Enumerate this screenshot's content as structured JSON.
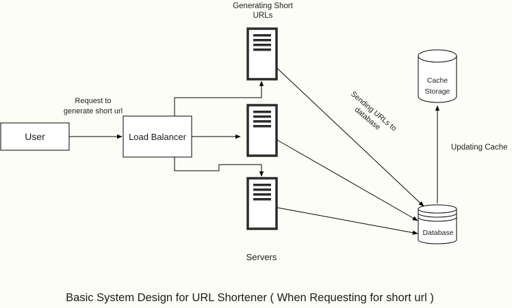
{
  "nodes": {
    "user": "User",
    "load_balancer": "Load Balancer",
    "database": "Database",
    "cache_line1": "Cache",
    "cache_line2": "Storage",
    "servers": "Servers"
  },
  "labels": {
    "generating_line1": "Generating Short",
    "generating_line2": "URLs",
    "request_line1": "Request to",
    "request_line2": "generate short url",
    "sending_line1": "Sending URLs to",
    "sending_line2": "database",
    "updating_cache": "Updating Cache"
  },
  "caption": "Basic System Design for URL Shortener ( When Requesting for short url )"
}
